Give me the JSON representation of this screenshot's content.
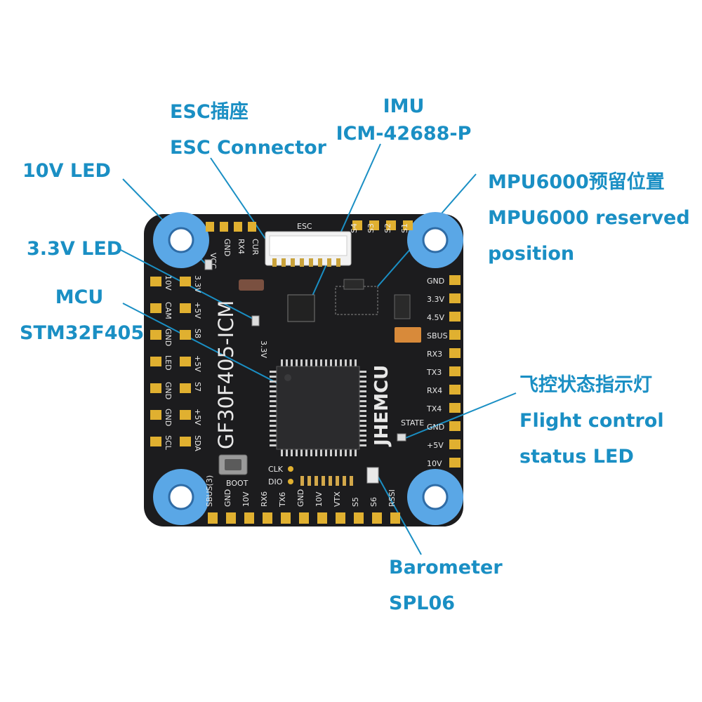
{
  "callouts": {
    "esc": {
      "zh": "ESC插座",
      "en": "ESC Connector"
    },
    "imu": {
      "title": "IMU",
      "part": "ICM-42688-P"
    },
    "led10v": {
      "label": "10V LED"
    },
    "mpu": {
      "zh": "MPU6000预留位置",
      "en1": "MPU6000 reserved",
      "en2": "position"
    },
    "led33": {
      "label": "3.3V LED"
    },
    "mcu": {
      "title": "MCU",
      "part": "STM32F405"
    },
    "status": {
      "zh": "飞控状态指示灯",
      "en1": "Flight control",
      "en2": "status LED"
    },
    "baro": {
      "title": "Barometer",
      "part": "SPL06"
    }
  },
  "board": {
    "esc_label": "ESC",
    "model": "GF30F405-ICM",
    "brand": "JHEMCU",
    "boot": "BOOT",
    "clk": "CLK",
    "dio": "DIO",
    "state": "STATE",
    "v33_side": "3.3V",
    "top_pads": [
      "VCC",
      "GND",
      "RX4",
      "CUR"
    ],
    "top_signal_pads": [
      "S4",
      "S3",
      "S2",
      "S1"
    ],
    "right_pads": [
      "GND",
      "3.3V",
      "4.5V",
      "SBUS",
      "RX3",
      "TX3",
      "RX4",
      "TX4",
      "GND",
      "+5V",
      "10V"
    ],
    "bottom_pads": [
      "SBUS(3)",
      "GND",
      "10V",
      "RX6",
      "TX6",
      "GND",
      "10V",
      "VTX",
      "S5",
      "S6",
      "RSSI"
    ],
    "left_col1": [
      "10V",
      "CAM",
      "GND",
      "LED",
      "GND",
      "GND",
      "SCL"
    ],
    "left_col2": [
      "3.3V",
      "+5V",
      "S8",
      "+5V",
      "S7",
      "+5V",
      "SDA"
    ]
  },
  "colors": {
    "callout": "#1a8fc4",
    "board": "#1c1c1e",
    "mount": "#5aa7e6",
    "pad": "#e0b030"
  }
}
